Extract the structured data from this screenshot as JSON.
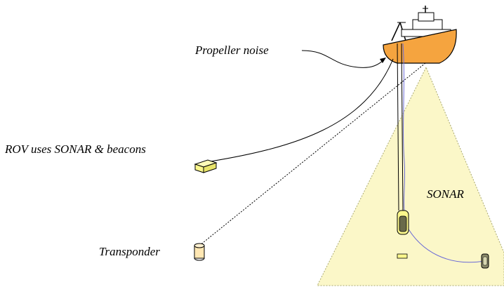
{
  "labels": {
    "propeller_noise": "Propeller noise",
    "rov": "ROV uses SONAR & beacons",
    "transponder": "Transponder",
    "sonar": "SONAR"
  },
  "colors": {
    "hull": "#F5A43F",
    "sonar_cone": "#FBF7C8",
    "rov_box": "#FBF78C",
    "transponder": "#FFE7B3",
    "tether": "#6B6BD6",
    "line": "#000000"
  }
}
